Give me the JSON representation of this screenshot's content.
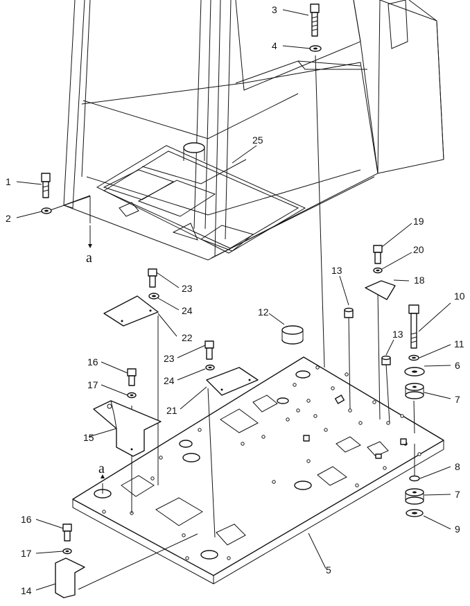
{
  "diagram": {
    "callouts": [
      {
        "id": "c1",
        "text": "1"
      },
      {
        "id": "c2",
        "text": "2"
      },
      {
        "id": "c3",
        "text": "3"
      },
      {
        "id": "c4",
        "text": "4"
      },
      {
        "id": "c5",
        "text": "5"
      },
      {
        "id": "c6",
        "text": "6"
      },
      {
        "id": "c7a",
        "text": "7"
      },
      {
        "id": "c7b",
        "text": "7"
      },
      {
        "id": "c8",
        "text": "8"
      },
      {
        "id": "c9",
        "text": "9"
      },
      {
        "id": "c10",
        "text": "10"
      },
      {
        "id": "c11",
        "text": "11"
      },
      {
        "id": "c12",
        "text": "12"
      },
      {
        "id": "c13a",
        "text": "13"
      },
      {
        "id": "c13b",
        "text": "13"
      },
      {
        "id": "c14",
        "text": "14"
      },
      {
        "id": "c15",
        "text": "15"
      },
      {
        "id": "c16a",
        "text": "16"
      },
      {
        "id": "c16b",
        "text": "16"
      },
      {
        "id": "c17a",
        "text": "17"
      },
      {
        "id": "c17b",
        "text": "17"
      },
      {
        "id": "c18",
        "text": "18"
      },
      {
        "id": "c19",
        "text": "19"
      },
      {
        "id": "c20",
        "text": "20"
      },
      {
        "id": "c21",
        "text": "21"
      },
      {
        "id": "c22",
        "text": "22"
      },
      {
        "id": "c23a",
        "text": "23"
      },
      {
        "id": "c23b",
        "text": "23"
      },
      {
        "id": "c24a",
        "text": "24"
      },
      {
        "id": "c24b",
        "text": "24"
      },
      {
        "id": "c25",
        "text": "25"
      }
    ],
    "reference_marks": [
      {
        "id": "ref_a_top",
        "text": "a"
      },
      {
        "id": "ref_a_bottom",
        "text": "a"
      }
    ]
  }
}
